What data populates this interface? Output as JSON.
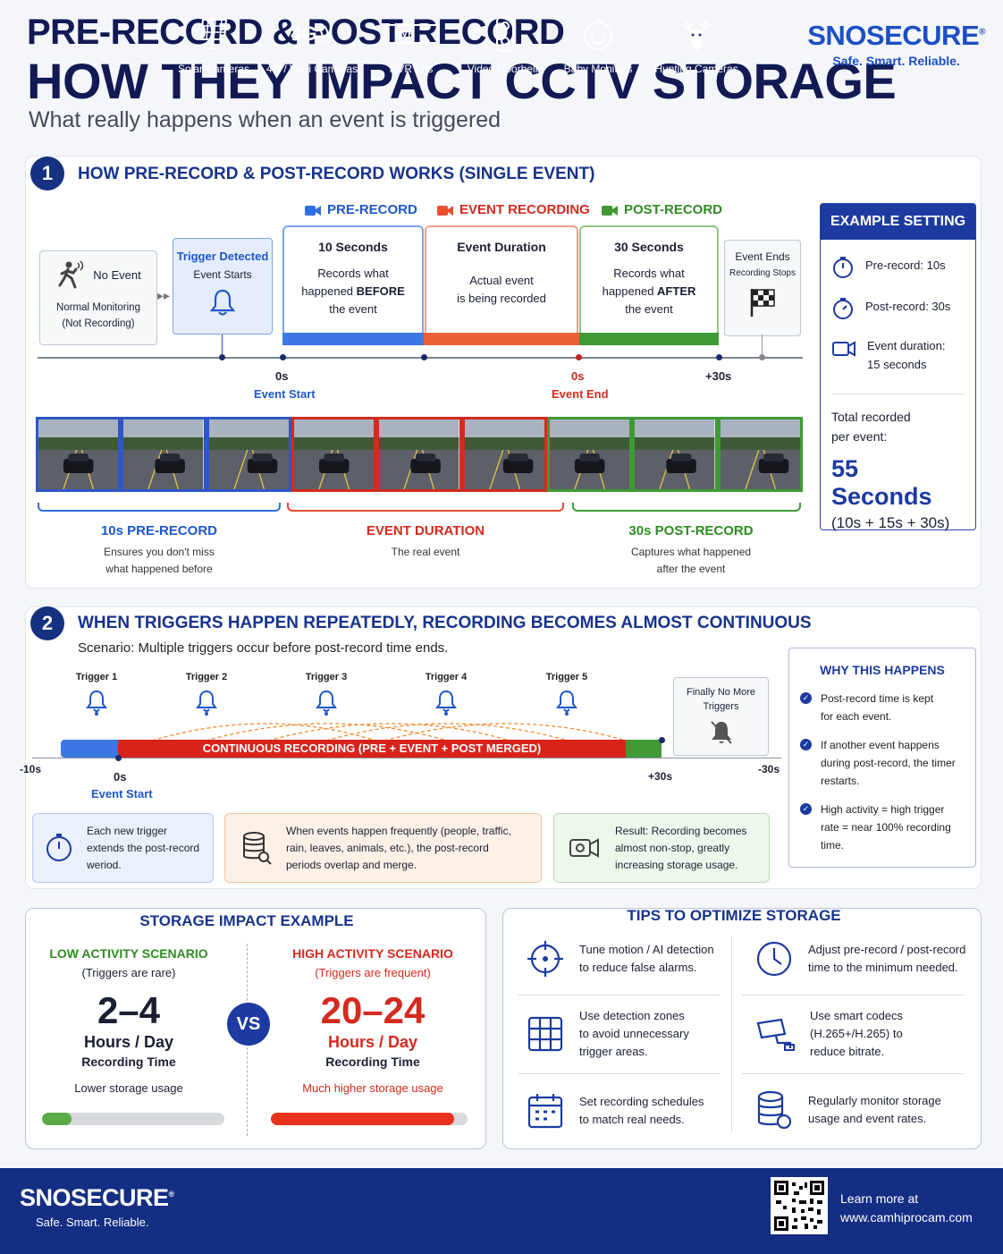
{
  "header": {
    "title_line1": "PRE-RECORD & POST-RECORD",
    "title_line2": "HOW THEY IMPACT CCTV STORAGE",
    "subtitle": "What really happens when an event is triggered",
    "brand_name": "SNOSECURE",
    "brand_reg": "®",
    "brand_tagline": "Safe. Smart. Reliable."
  },
  "section1": {
    "number": "1",
    "title": "HOW PRE-RECORD & POST-RECORD WORKS (SINGLE EVENT)",
    "phases": {
      "pre": {
        "label": "PRE-RECORD",
        "duration": "10 Seconds",
        "desc_1": "Records what",
        "desc_2": "happened ",
        "desc_bold": "BEFORE",
        "desc_3": "the event"
      },
      "event": {
        "label": "EVENT RECORDING",
        "duration": "Event Duration",
        "desc_1": "Actual event",
        "desc_2": "is being recorded"
      },
      "post": {
        "label": "POST-RECORD",
        "duration": "30 Seconds",
        "desc_1": "Records what",
        "desc_2": "happened ",
        "desc_bold": "AFTER",
        "desc_3": "the event"
      }
    },
    "no_event": {
      "title": "No Event",
      "desc_1": "Normal Monitoring",
      "desc_2": "(Not Recording)"
    },
    "trigger": {
      "title": "Trigger Detected",
      "sub": "Event Starts"
    },
    "event_ends": {
      "title": "Event Ends",
      "sub": "Recording Stops"
    },
    "ticks": {
      "start": "0s",
      "start_label": "Event Start",
      "end": "0s",
      "end_label": "Event End",
      "post_end": "+30s"
    },
    "captions": {
      "pre": {
        "title": "10s PRE-RECORD",
        "desc_1": "Ensures you don't miss",
        "desc_2": "what happened before"
      },
      "event": {
        "title": "EVENT DURATION",
        "desc_1": "The real event"
      },
      "post": {
        "title": "30s POST-RECORD",
        "desc_1": "Captures what happened",
        "desc_2": "after the event"
      }
    },
    "example": {
      "title": "EXAMPLE SETTING",
      "pre": "Pre-record: 10s",
      "post": "Post-record: 30s",
      "event_1": "Event duration:",
      "event_2": "15 seconds",
      "total_1": "Total recorded",
      "total_2": "per event:",
      "total_value": "55 Seconds",
      "total_formula": "(10s + 15s + 30s)"
    }
  },
  "section2": {
    "number": "2",
    "title": "WHEN TRIGGERS HAPPEN REPEATEDLY, RECORDING BECOMES ALMOST CONTINUOUS",
    "scenario": "Scenario: Multiple triggers occur before post-record time ends.",
    "triggers": [
      "Trigger 1",
      "Trigger 2",
      "Trigger 3",
      "Trigger 4",
      "Trigger 5"
    ],
    "no_more_1": "Finally No More",
    "no_more_2": "Triggers",
    "bar_label": "CONTINUOUS RECORDING (PRE + EVENT + POST MERGED)",
    "ticks": {
      "left": "-10s",
      "zero": "0s",
      "zero_label": "Event Start",
      "plus": "+30s",
      "right": "-30s"
    },
    "why": {
      "title": "WHY THIS HAPPENS",
      "items": [
        [
          "Post-record time is kept",
          "for each event."
        ],
        [
          "If another event happens",
          "during post-record, the timer",
          "restarts."
        ],
        [
          "High activity = high trigger",
          "rate = near 100% recording",
          "time."
        ]
      ]
    },
    "info": {
      "a": [
        "Each new trigger",
        "extends the post-record",
        "weriod."
      ],
      "b": [
        "When events happen frequently (people, traffic,",
        "rain, leaves, animals, etc.), the post-record",
        "periods overlap and merge."
      ],
      "c": [
        "Result: Recording becomes",
        "almost non-stop, greatly",
        "increasing storage usage."
      ]
    }
  },
  "storage": {
    "title": "STORAGE IMPACT EXAMPLE",
    "low": {
      "title": "LOW ACTIVITY SCENARIO",
      "sub": "(Triggers are rare)",
      "value": "2–4",
      "unit": "Hours / Day",
      "label": "Recording Time",
      "usage": "Lower storage usage",
      "fill": 0.16
    },
    "vs": "VS",
    "high": {
      "title": "HIGH ACTIVITY SCENARIO",
      "sub": "(Triggers are frequent)",
      "value": "20–24",
      "unit": "Hours / Day",
      "label": "Recording Time",
      "usage": "Much higher storage usage",
      "fill": 0.93
    }
  },
  "tips": {
    "title": "TIPS TO OPTIMIZE STORAGE",
    "items": [
      {
        "icon": "crosshair-icon",
        "lines": [
          "Tune motion / AI detection",
          "to reduce false alarms."
        ]
      },
      {
        "icon": "clock-icon",
        "lines": [
          "Adjust pre-record / post-record",
          "time to the minimum needed."
        ]
      },
      {
        "icon": "grid-icon",
        "lines": [
          "Use detection zones",
          "to avoid unnecessary",
          "trigger areas."
        ]
      },
      {
        "icon": "camera-icon",
        "lines": [
          "Use smart codecs",
          "(H.265+/H.265) to",
          "reduce bitrate."
        ]
      },
      {
        "icon": "calendar-icon",
        "lines": [
          "Set recording schedules",
          "to match real needs."
        ]
      },
      {
        "icon": "database-icon",
        "lines": [
          "Regularly monitor storage",
          "usage and event rates."
        ]
      }
    ]
  },
  "footer": {
    "brand_name": "SNOSECURE",
    "brand_reg": "®",
    "brand_tagline": "Safe. Smart. Reliable.",
    "products": [
      "Solar Cameras",
      "4G / WiFi Cameras",
      "NVR Kits",
      "Video Doorbells",
      "Baby Monitors",
      "Hunting Cameras"
    ],
    "nvr_text": "NVR",
    "g4_text": "4G",
    "learn_1": "Learn more at",
    "learn_2": "www.camhiprocam.com"
  },
  "colors": {
    "pre": "#2f6ee0",
    "event": "#e8502e",
    "post": "#3f9a36",
    "navy": "#142e84"
  }
}
